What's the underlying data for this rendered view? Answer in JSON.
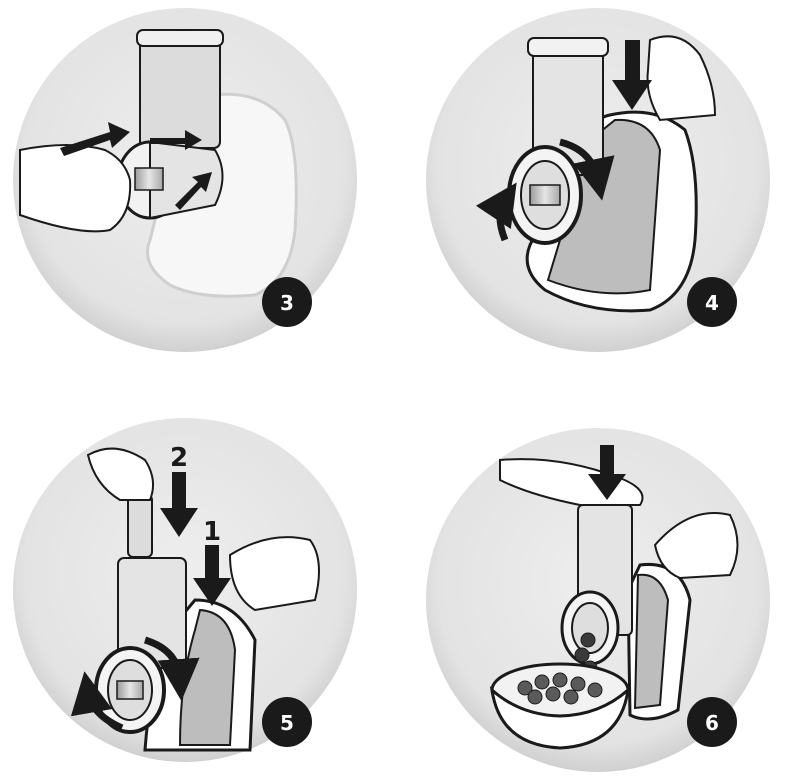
{
  "steps": [
    {
      "number": "3"
    },
    {
      "number": "4"
    },
    {
      "number": "5",
      "labels": {
        "first": "1",
        "second": "2"
      }
    },
    {
      "number": "6"
    }
  ],
  "colors": {
    "disc_fill": "#e6e6e6",
    "disc_edge": "#d2d2d2",
    "ink": "#1a1a1a",
    "metal": "#c9c9c9",
    "white": "#ffffff"
  },
  "icons": {
    "arrow": "arrow-icon",
    "rotate": "rotate-arrow-icon",
    "hand": "hand-icon"
  }
}
